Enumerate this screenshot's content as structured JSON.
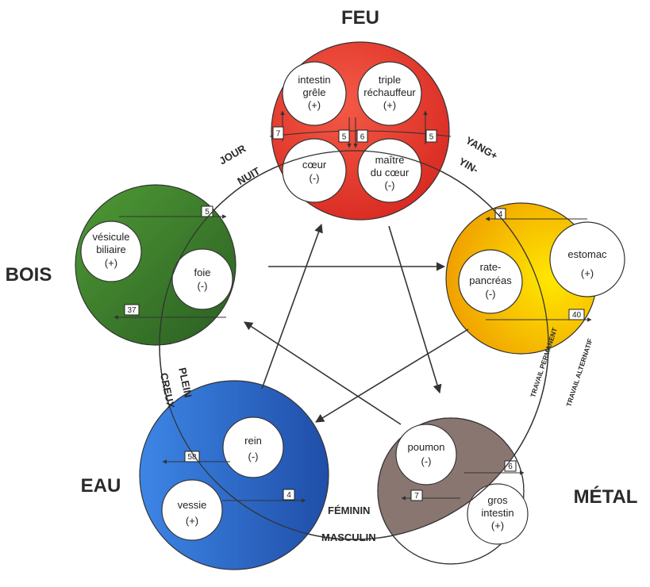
{
  "elements": {
    "feu": "FEU",
    "bois": "BOIS",
    "eau": "EAU",
    "metal": "MÉTAL"
  },
  "labels": {
    "jour": "JOUR",
    "nuit": "NUIT",
    "yang": "YANG+",
    "yin": "YIN-",
    "plein": "PLEIN",
    "creux": "CREUX",
    "feminin": "FÉMININ",
    "masculin": "MASCULIN",
    "travail_permanent": "TRAVAIL PERMANENT",
    "travail_alternatif": "TRAVAIL ALTERNATIF"
  },
  "organs": {
    "intestin_grele": [
      "intestin",
      "grêle",
      "(+)"
    ],
    "triple_rechauffeur": [
      "triple",
      "réchauffeur",
      "(+)"
    ],
    "coeur": [
      "cœur",
      "(-)"
    ],
    "maitre_du_coeur": [
      "maître",
      "du cœur",
      "(-)"
    ],
    "vesicule_biliaire": [
      "vésicule",
      "biliaire",
      "(+)"
    ],
    "foie": [
      "foie",
      "(-)"
    ],
    "estomac": [
      "estomac",
      "(+)"
    ],
    "rate_pancreas": [
      "rate-",
      "pancréas",
      "(-)"
    ],
    "rein": [
      "rein",
      "(-)"
    ],
    "vessie": [
      "vessie",
      "(+)"
    ],
    "poumon": [
      "poumon",
      "(-)"
    ],
    "gros_intestin": [
      "gros",
      "intestin",
      "(+)"
    ]
  },
  "numbers": {
    "feu_left": "7",
    "feu_mid_left": "5",
    "feu_mid_right": "6",
    "feu_right": "5",
    "bois_top": "5",
    "bois_bottom": "37",
    "terre_top": "4",
    "terre_bottom": "40",
    "eau_top": "58",
    "eau_bottom": "4",
    "metal_top": "6",
    "metal_bottom": "7"
  },
  "colors": {
    "feu": "#e8372c",
    "bois": "#3d7a2c",
    "terre": "#f3b400",
    "eau": "#2f6fd0",
    "metal": "#8a7670"
  }
}
